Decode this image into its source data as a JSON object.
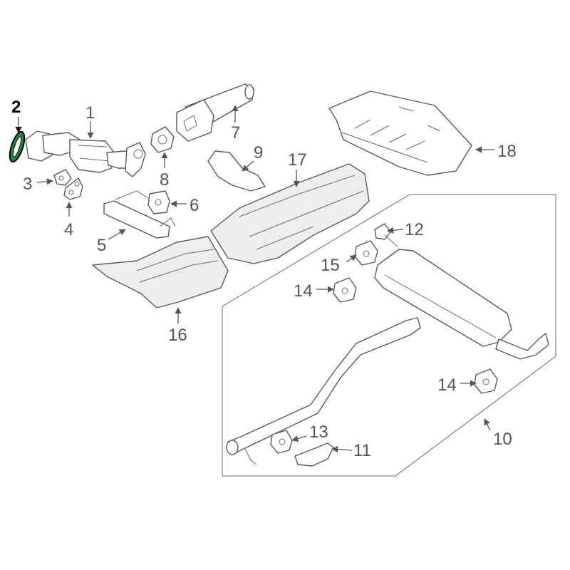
{
  "callouts": {
    "c1": "1",
    "c2": "2",
    "c3": "3",
    "c4": "4",
    "c5": "5",
    "c6": "6",
    "c7": "7",
    "c8": "8",
    "c9": "9",
    "c10": "10",
    "c11": "11",
    "c12": "12",
    "c13": "13",
    "c14a": "14",
    "c14b": "14",
    "c15": "15",
    "c16": "16",
    "c17": "17",
    "c18": "18"
  },
  "highlight": {
    "part": "2",
    "color": "#1f8a3a"
  },
  "colors": {
    "line": "#5a5a5a",
    "text": "#555555",
    "highlight_text": "#000000"
  }
}
